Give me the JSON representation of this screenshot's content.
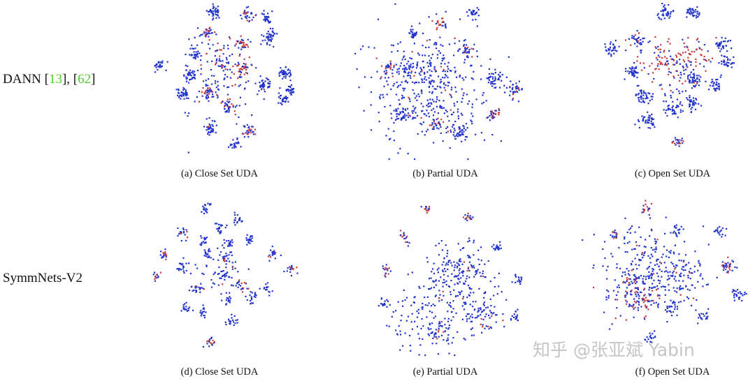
{
  "row_labels": [
    {
      "prefix": "DANN ",
      "ref_open_1": "[",
      "ref1": "13",
      "ref_close_1": "]",
      "sep": ", ",
      "ref_open_2": "[",
      "ref2": "62",
      "ref_close_2": "]"
    },
    {
      "text": "SymmNets-V2"
    }
  ],
  "captions": [
    "(a)  Close Set UDA",
    "(b)  Partial UDA",
    "(c)  Open Set UDA",
    "(d)  Close Set UDA",
    "(e)  Partial UDA",
    "(f)  Open Set UDA"
  ],
  "colors": {
    "source_points": "#2233cc",
    "target_points": "#c8393a",
    "reference_link": "#4fce2a",
    "text": "#111111"
  },
  "watermark": "知乎 @张亚斌 Yabin",
  "chart_data": [
    {
      "type": "scatter",
      "title": "",
      "caption": "(a)  Close Set UDA",
      "series": [],
      "grid": false
    },
    {
      "type": "scatter",
      "title": "",
      "caption": "(b)  Partial UDA",
      "series": [],
      "grid": false
    },
    {
      "type": "scatter",
      "title": "",
      "caption": "(c)  Open Set UDA",
      "series": [],
      "grid": false
    },
    {
      "type": "scatter",
      "title": "",
      "caption": "(d)  Close Set UDA",
      "series": [],
      "grid": false
    },
    {
      "type": "scatter",
      "title": "",
      "caption": "(e)  Partial UDA",
      "series": [],
      "grid": false
    },
    {
      "type": "scatter",
      "title": "",
      "caption": "(f)  Open Set UDA",
      "series": [],
      "grid": false
    }
  ]
}
